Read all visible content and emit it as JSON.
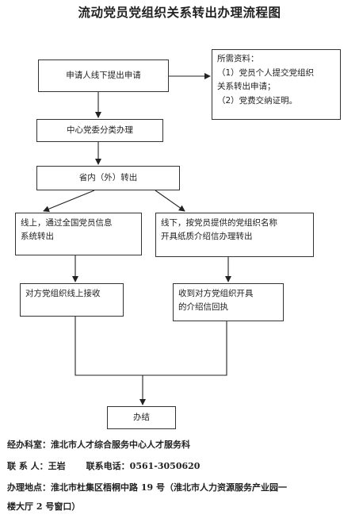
{
  "title": "流动党员党组织关系转出办理流程图",
  "nodes": {
    "apply": "申请人线下提出申请",
    "docs_title": "所需资料：",
    "docs_item1_a": "（1）党员个人提交党组织",
    "docs_item1_b": "关系转出申请；",
    "docs_item2": "（2）党费交纳证明。",
    "party_committee": "中心党委分类办理",
    "scope": "省内（外）转出",
    "online_a": "线上，通过全国党员信息",
    "online_b": "系统转出",
    "offline_a": "线下，按党员提供的党组织名称",
    "offline_b": "开具纸质介绍信办理转出",
    "receive_online": "对方党组织线上接收",
    "letter_a": "收到对方党组织开具",
    "letter_b": "的介绍信回执",
    "done": "办结"
  },
  "info": {
    "office_label": "经办科室：",
    "office_value": "淮北市人才综合服务中心人才服务科",
    "contact_label": "联 系 人：",
    "contact_value": "王岩",
    "phone_label": "联系电话：",
    "phone_value": "0561-3050620",
    "address_label": "办理地点：",
    "address_value": "淮北市杜集区梧桐中路 19 号（淮北市人力资源服务产业园一",
    "address_cont": "楼大厅 2 号窗口）"
  }
}
